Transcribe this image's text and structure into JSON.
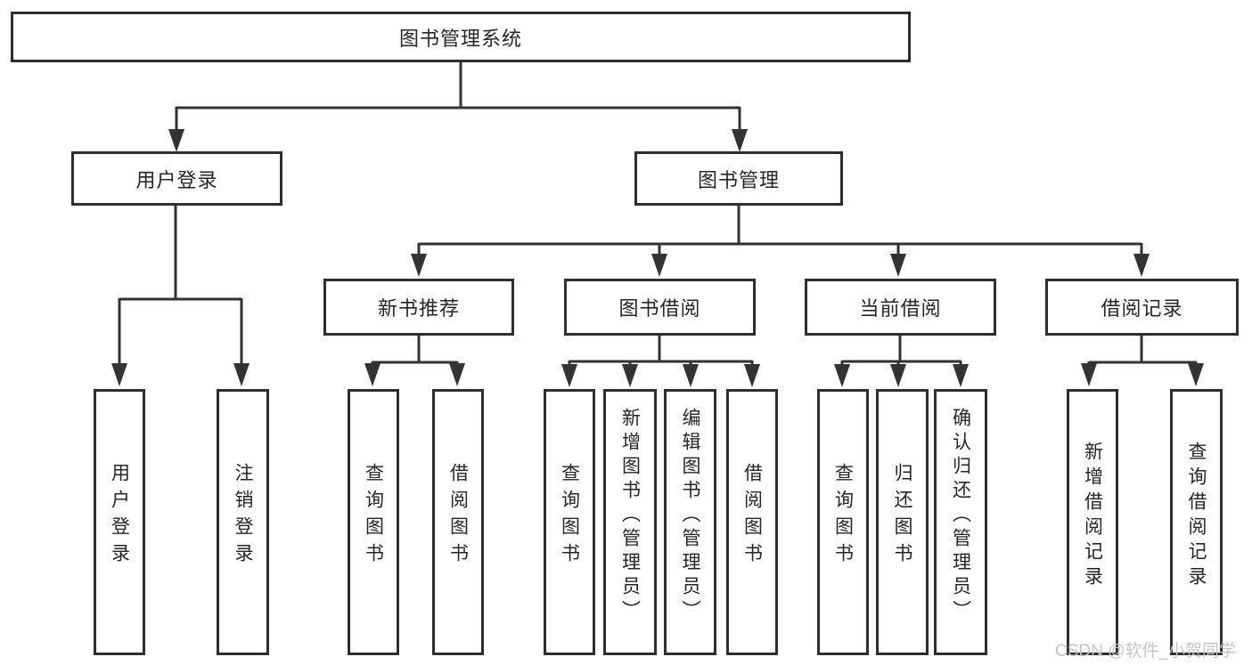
{
  "colors": {
    "line": "#333333",
    "border": "#2e2e2e",
    "text": "#262626",
    "watermark": "#c5c5c8",
    "background": "#ffffff"
  },
  "root": {
    "label": "图书管理系统"
  },
  "branches": [
    {
      "label": "用户登录",
      "children": [
        "用户登录",
        "注销登录"
      ]
    },
    {
      "label": "图书管理",
      "sections": [
        {
          "label": "新书推荐",
          "children": [
            "查询图书",
            "借阅图书"
          ]
        },
        {
          "label": "图书借阅",
          "children": [
            "查询图书",
            "新增图书（管理员）",
            "编辑图书（管理员）",
            "借阅图书"
          ]
        },
        {
          "label": "当前借阅",
          "children": [
            "查询图书",
            "归还图书",
            "确认归还（管理员）"
          ]
        },
        {
          "label": "借阅记录",
          "children": [
            "新增借阅记录",
            "查询借阅记录"
          ]
        }
      ]
    }
  ],
  "watermark": "CSDN @软件_小贺同学"
}
